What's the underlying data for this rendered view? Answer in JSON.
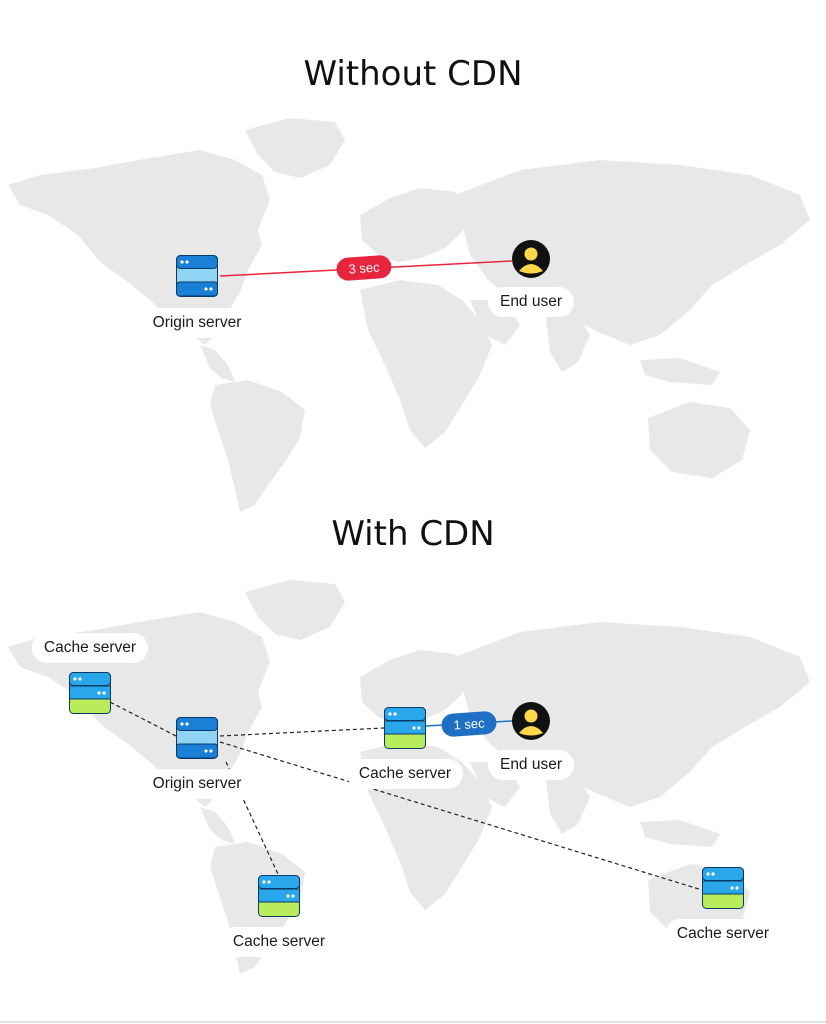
{
  "top": {
    "title": "Without CDN",
    "origin_label": "Origin server",
    "user_label": "End user",
    "latency": "3 sec",
    "latency_color": "#e8253f"
  },
  "bottom": {
    "title": "With CDN",
    "origin_label": "Origin server",
    "user_label": "End user",
    "latency": "1 sec",
    "latency_color": "#1f6fc4",
    "cache_labels": [
      "Cache server",
      "Cache server",
      "Cache server",
      "Cache server"
    ]
  },
  "colors": {
    "map": "#e8e8e8",
    "origin_dark": "#1a7fd6",
    "origin_light": "#8fd3f5",
    "cache_top": "#2aa6ea",
    "cache_green": "#b9ec5a",
    "user_yellow": "#ffd84a"
  },
  "icons": [
    "server-icon",
    "cache-server-icon",
    "user-icon"
  ]
}
